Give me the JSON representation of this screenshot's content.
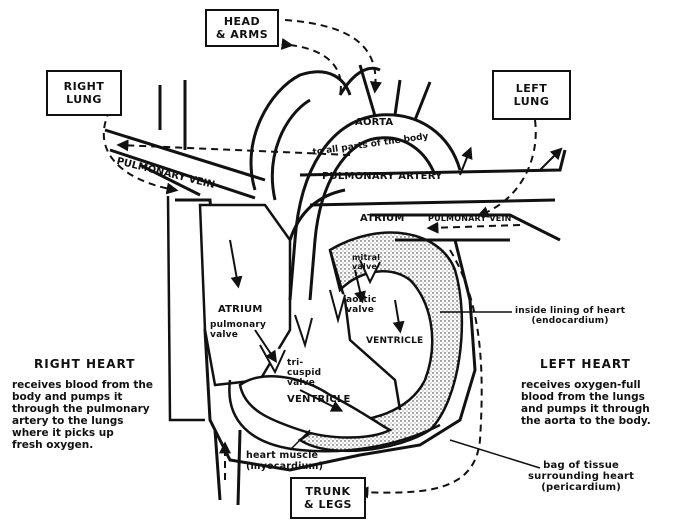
{
  "boxes": {
    "head_arms": [
      "HEAD",
      "& ARMS"
    ],
    "right_lung": [
      "RIGHT",
      "LUNG"
    ],
    "left_lung": [
      "LEFT",
      "LUNG"
    ],
    "trunk_legs": [
      "TRUNK",
      "& LEGS"
    ]
  },
  "labels": {
    "aorta": "AORTA",
    "aorta_sub": "to all parts of the body",
    "pulmonary_artery": "PULMONARY ARTERY",
    "pulmonary_vein_left": "PULMONARY VEIN",
    "pulmonary_vein_right": "PULMONARY VEIN",
    "atrium_left": "ATRIUM",
    "atrium_right": "ATRIUM",
    "mitral_valve": [
      "mitral",
      "valve"
    ],
    "aortic_valve": [
      "aortic",
      "valve"
    ],
    "pulmonary_valve": [
      "pulmonary",
      "valve"
    ],
    "tricuspid_valve": [
      "tri-",
      "cuspid",
      "valve"
    ],
    "ventricle_left": "VENTRICLE",
    "ventricle_right": "VENTRICLE",
    "inside_lining": [
      "inside lining of heart",
      "(endocardium)"
    ],
    "heart_muscle": [
      "heart muscle",
      "(myocardium)"
    ],
    "pericardium": [
      "bag of tissue",
      "surrounding heart",
      "(pericardium)"
    ]
  },
  "right_heart": {
    "title": "RIGHT HEART",
    "lines": [
      "receives blood from the",
      "body and pumps it",
      "through the pulmonary",
      "artery to the lungs",
      "where it picks up",
      "fresh oxygen."
    ]
  },
  "left_heart": {
    "title": "LEFT HEART",
    "lines": [
      "receives oxygen-full",
      "blood from the lungs",
      "and pumps it through",
      "the aorta to the body."
    ]
  }
}
